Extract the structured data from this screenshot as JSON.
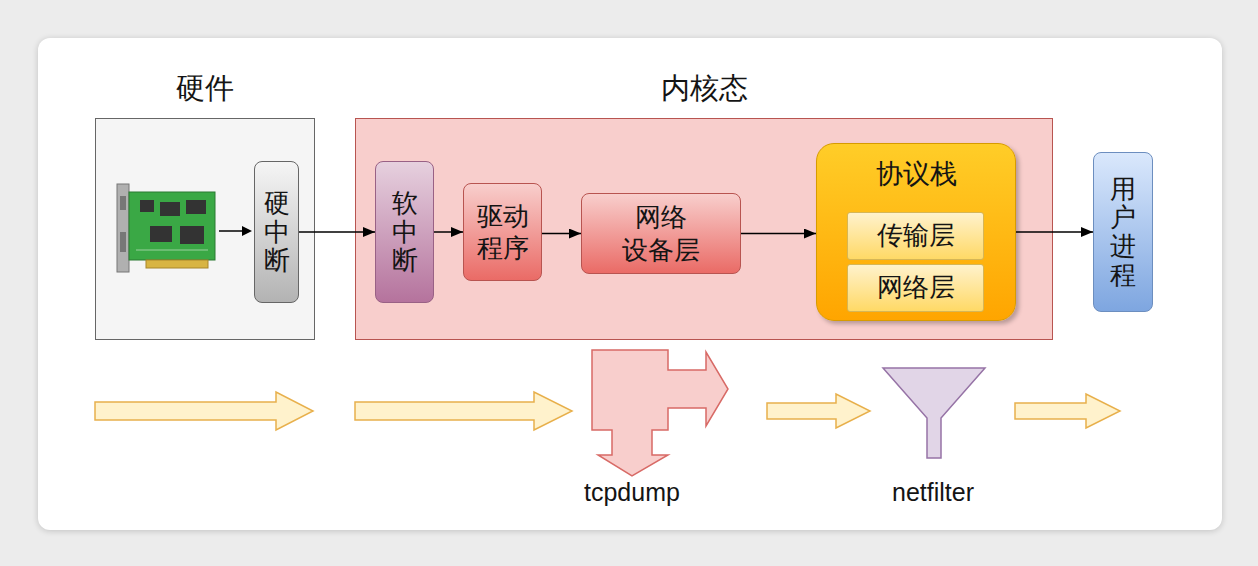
{
  "diagram": {
    "nodes": [
      {
        "text": [
          "硬件"
        ]
      },
      {
        "text": [
          "硬中断"
        ],
        "in": 0
      },
      {
        "text": [
          "内核态"
        ]
      },
      {
        "text": [
          "软中断"
        ],
        "in": 2
      },
      {
        "text": [
          "驱动 程序"
        ],
        "in": 2
      },
      {
        "text": [
          "网络 设备层"
        ],
        "in": 2
      },
      {
        "text": [
          "协议栈"
        ],
        "in": 2
      },
      {
        "text": [
          "传输层"
        ],
        "in": 6
      },
      {
        "text": [
          "网络层"
        ],
        "in": 6
      },
      {
        "text": [
          "用户进程"
        ]
      }
    ],
    "edges": [
      {
        "from": 1,
        "to": 3,
        "arrow": "to"
      },
      {
        "from": 3,
        "to": 4,
        "arrow": "to"
      },
      {
        "from": 4,
        "to": 5,
        "arrow": "to"
      },
      {
        "from": 5,
        "to": 6,
        "arrow": "to"
      },
      {
        "from": 6,
        "to": 9,
        "arrow": "to"
      }
    ],
    "labels": [
      "tcpdump",
      "netfilter"
    ]
  }
}
